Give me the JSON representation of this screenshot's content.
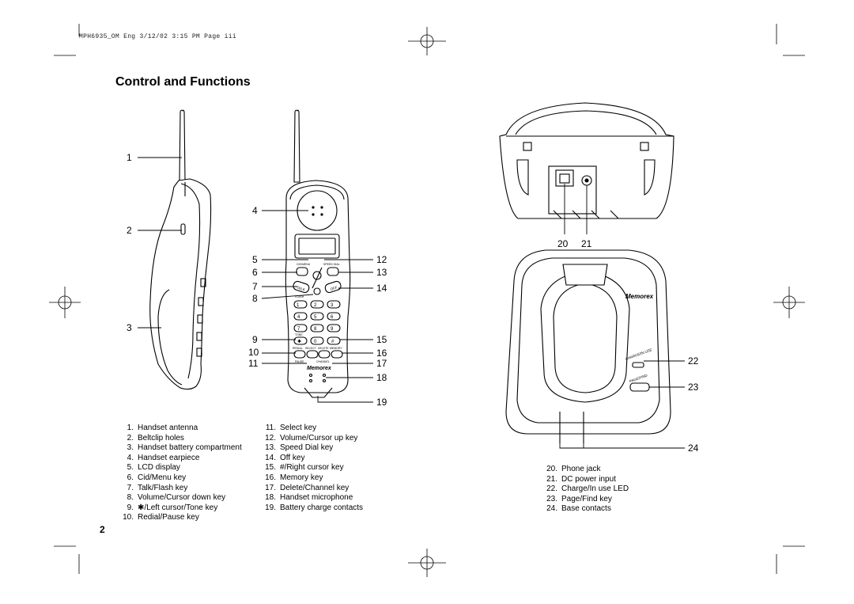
{
  "print_header": "MPH6935_OM Eng  3/12/02  3:15 PM  Page iii",
  "title": "Control and Functions",
  "page_number": "2",
  "brand": "Memorex",
  "keypad": {
    "k1": "1",
    "k2": "2",
    "k3": "3",
    "k4": "4",
    "k5": "5",
    "k6": "6",
    "k7": "7",
    "k8": "8",
    "k9": "9",
    "k0": "0",
    "kstar": "✱",
    "khash": "#",
    "talk": "TALK",
    "off": "OFF",
    "redial": "REDIAL",
    "select": "SELECT",
    "delete": "DELETE",
    "memory": "MEMORY",
    "cid_menu": "CID/MENU",
    "speed_dial": "SPEED DIAL",
    "flash": "FLASH",
    "tone": "TONE",
    "pause": "PAUSE",
    "channel": "CHANNEL"
  },
  "base_labels": {
    "charge_in_use": "CHARGE/IN USE",
    "page_find": "PAGE/FIND"
  },
  "callouts": {
    "c1": "1",
    "c2": "2",
    "c3": "3",
    "c4": "4",
    "c5": "5",
    "c6": "6",
    "c7": "7",
    "c8": "8",
    "c9": "9",
    "c10": "10",
    "c11": "11",
    "c12": "12",
    "c13": "13",
    "c14": "14",
    "c15": "15",
    "c16": "16",
    "c17": "17",
    "c18": "18",
    "c19": "19",
    "c20": "20",
    "c21": "21",
    "c22": "22",
    "c23": "23",
    "c24": "24"
  },
  "legend_col1": [
    {
      "num": "1.",
      "label": "Handset antenna"
    },
    {
      "num": "2.",
      "label": "Beltclip holes"
    },
    {
      "num": "3.",
      "label": "Handset battery compartment"
    },
    {
      "num": "4.",
      "label": "Handset earpiece"
    },
    {
      "num": "5.",
      "label": "LCD display"
    },
    {
      "num": "6.",
      "label": "Cid/Menu key"
    },
    {
      "num": "7.",
      "label": "Talk/Flash key"
    },
    {
      "num": "8.",
      "label": "Volume/Cursor down key"
    },
    {
      "num": "9.",
      "label": "✱/Left cursor/Tone key"
    },
    {
      "num": "10.",
      "label": "Redial/Pause key"
    }
  ],
  "legend_col2": [
    {
      "num": "11.",
      "label": "Select key"
    },
    {
      "num": "12.",
      "label": "Volume/Cursor up key"
    },
    {
      "num": "13.",
      "label": "Speed Dial key"
    },
    {
      "num": "14.",
      "label": "Off key"
    },
    {
      "num": "15.",
      "label": "#/Right cursor key"
    },
    {
      "num": "16.",
      "label": "Memory key"
    },
    {
      "num": "17.",
      "label": "Delete/Channel key"
    },
    {
      "num": "18.",
      "label": "Handset microphone"
    },
    {
      "num": "19.",
      "label": "Battery charge contacts"
    }
  ],
  "legend_col3": [
    {
      "num": "20.",
      "label": "Phone jack"
    },
    {
      "num": "21.",
      "label": "DC power input"
    },
    {
      "num": "22.",
      "label": "Charge/In use LED"
    },
    {
      "num": "23.",
      "label": "Page/Find key"
    },
    {
      "num": "24.",
      "label": "Base contacts"
    }
  ]
}
